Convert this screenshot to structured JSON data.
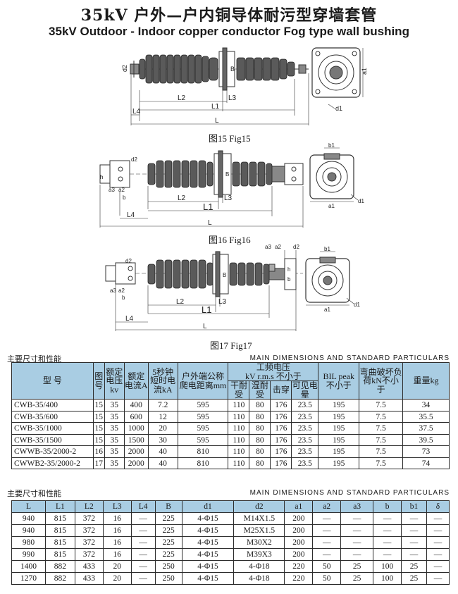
{
  "title_cn": "35kV 户外—户内铜导体耐污型穿墙套管",
  "title_en": "35kV Outdoor - Indoor copper conductor Fog type wall bushing",
  "figures": [
    {
      "caption": "图15 Fig15",
      "labels": {
        "d2": "d2",
        "b": "B",
        "l2": "L2",
        "l3": "L3",
        "l4": "L4",
        "l1": "L1",
        "l": "L",
        "a1": "a1",
        "d1": "d1"
      }
    },
    {
      "caption": "图16 Fig16",
      "labels": {
        "h": "h",
        "d2": "d2",
        "a3": "a3",
        "a2": "a2",
        "b": "b",
        "B": "B",
        "l2": "L2",
        "l3": "L3",
        "l1": "L1",
        "l4": "L4",
        "l": "L",
        "b1": "b1",
        "a1": "a1",
        "d1": "d1"
      }
    },
    {
      "caption": "图17 Fig17",
      "labels": {
        "a3": "a3",
        "a2": "a2",
        "d2": "d2",
        "h": "h",
        "b": "b",
        "B": "B",
        "l2": "L2",
        "l3": "L3",
        "l1": "L1",
        "l4": "L4",
        "l": "L",
        "b1": "b1",
        "a1": "a1",
        "d1": "d1"
      }
    }
  ],
  "table1": {
    "section_cn": "主要尺寸和性能",
    "section_en": "MAIN DIMENSIONS AND STANDARD PARTICULARS",
    "headers": {
      "model": "型 号",
      "fig": "图号",
      "rated_voltage": "额定电压kv",
      "rated_current": "额定电流A",
      "short_current": "5秒钟短时电流kA",
      "creepage": "户外端公称爬电距离mm",
      "freq_group": "工频电压",
      "freq_sub": "kV r.m.s 不小于",
      "dry": "干耐受",
      "wet": "湿耐受",
      "breakdown": "击穿",
      "visible": "可见电晕",
      "bil": "BIL peak 不小于",
      "bending": "弯曲破坏负荷kN不小于",
      "weight": "重量kg"
    },
    "rows": [
      [
        "CWB-35/400",
        "15",
        "35",
        "400",
        "7.2",
        "595",
        "110",
        "80",
        "176",
        "23.5",
        "195",
        "7.5",
        "34"
      ],
      [
        "CWB-35/600",
        "15",
        "35",
        "600",
        "12",
        "595",
        "110",
        "80",
        "176",
        "23.5",
        "195",
        "7.5",
        "35.5"
      ],
      [
        "CWB-35/1000",
        "15",
        "35",
        "1000",
        "20",
        "595",
        "110",
        "80",
        "176",
        "23.5",
        "195",
        "7.5",
        "37.5"
      ],
      [
        "CWB-35/1500",
        "15",
        "35",
        "1500",
        "30",
        "595",
        "110",
        "80",
        "176",
        "23.5",
        "195",
        "7.5",
        "39.5"
      ],
      [
        "CWWB-35/2000-2",
        "16",
        "35",
        "2000",
        "40",
        "810",
        "110",
        "80",
        "176",
        "23.5",
        "195",
        "7.5",
        "73"
      ],
      [
        "CWWB2-35/2000-2",
        "17",
        "35",
        "2000",
        "40",
        "810",
        "110",
        "80",
        "176",
        "23.5",
        "195",
        "7.5",
        "74"
      ]
    ]
  },
  "table2": {
    "section_cn": "主要尺寸和性能",
    "section_en": "MAIN DIMENSIONS AND STANDARD PARTICULARS",
    "headers": [
      "L",
      "L1",
      "L2",
      "L3",
      "L4",
      "B",
      "d1",
      "d2",
      "a1",
      "a2",
      "a3",
      "b",
      "b1",
      "δ"
    ],
    "rows": [
      [
        "940",
        "815",
        "372",
        "16",
        "—",
        "225",
        "4-Φ15",
        "M14X1.5",
        "200",
        "—",
        "—",
        "—",
        "—",
        "—"
      ],
      [
        "940",
        "815",
        "372",
        "16",
        "—",
        "225",
        "4-Φ15",
        "M25X1.5",
        "200",
        "—",
        "—",
        "—",
        "—",
        "—"
      ],
      [
        "980",
        "815",
        "372",
        "16",
        "—",
        "225",
        "4-Φ15",
        "M30X2",
        "200",
        "—",
        "—",
        "—",
        "—",
        "—"
      ],
      [
        "990",
        "815",
        "372",
        "16",
        "—",
        "225",
        "4-Φ15",
        "M39X3",
        "200",
        "—",
        "—",
        "—",
        "—",
        "—"
      ],
      [
        "1400",
        "882",
        "433",
        "20",
        "—",
        "250",
        "4-Φ15",
        "4-Φ18",
        "220",
        "50",
        "25",
        "100",
        "25",
        "—"
      ],
      [
        "1270",
        "882",
        "433",
        "20",
        "—",
        "250",
        "4-Φ15",
        "4-Φ18",
        "220",
        "50",
        "25",
        "100",
        "25",
        "—"
      ]
    ]
  }
}
